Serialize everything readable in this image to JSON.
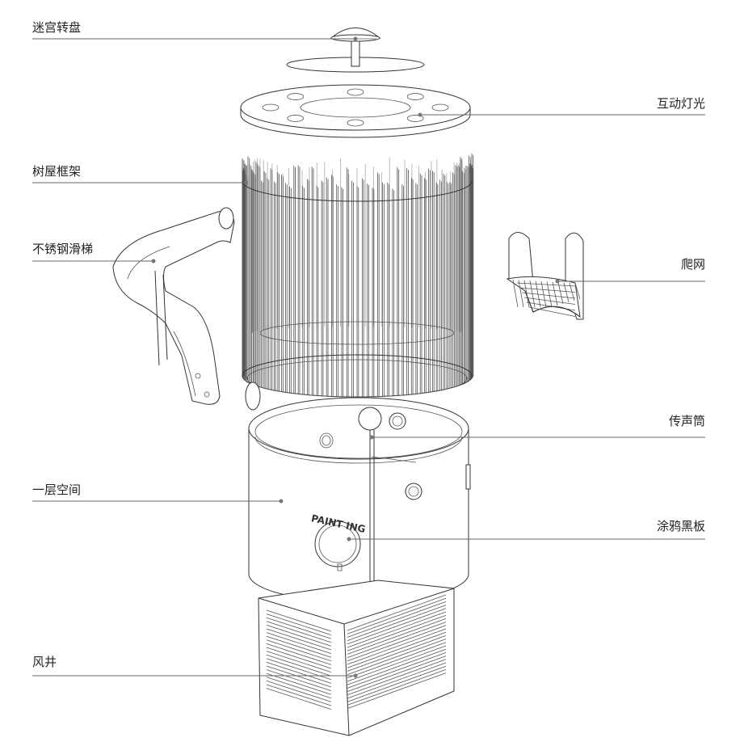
{
  "labels": {
    "maze_turntable": "迷宫转盘",
    "interactive_light": "互动灯光",
    "treehouse_frame": "树屋框架",
    "steel_slide": "不锈钢滑梯",
    "climbing_net": "爬网",
    "speaking_tube": "传声筒",
    "first_floor": "一层空间",
    "graffiti_board": "涂鸦黑板",
    "air_shaft": "风井"
  },
  "painting_text": "PAINT ING",
  "colors": {
    "line": "#333333",
    "leader": "#666666",
    "background": "#ffffff"
  }
}
